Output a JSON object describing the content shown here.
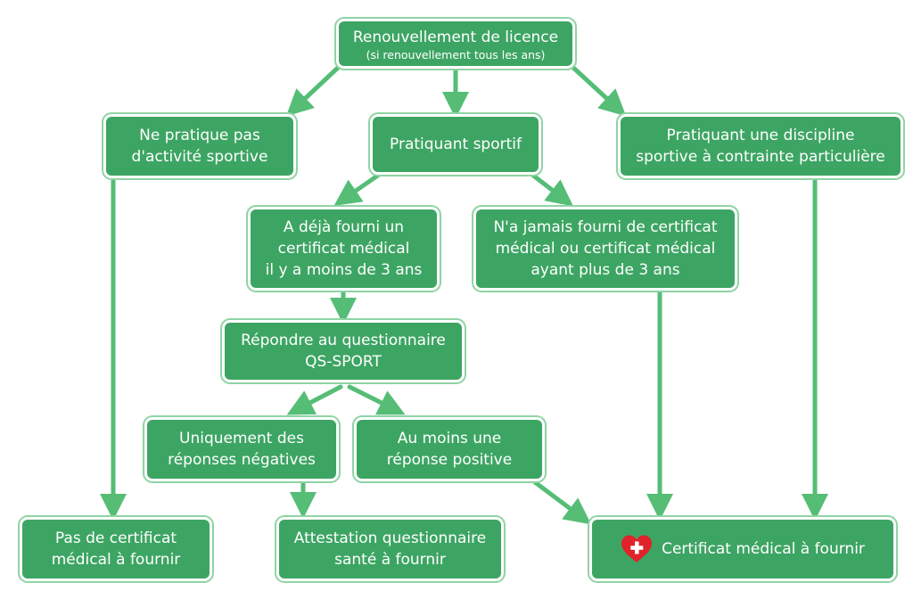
{
  "colors": {
    "node_fill": "#3da563",
    "node_border": "#8fd4a4",
    "arrow": "#55bd76",
    "text": "#ffffff",
    "heart": "#e0222a"
  },
  "nodes": {
    "renouvellement": {
      "title": "Renouvellement de licence",
      "subtitle": "(si renouvellement tous les ans)"
    },
    "ne_pratique_pas": {
      "line1": "Ne pratique pas",
      "line2": "d'activité sportive"
    },
    "pratiquant_sportif": {
      "label": "Pratiquant sportif"
    },
    "discipline_contrainte": {
      "line1": "Pratiquant une discipline",
      "line2": "sportive à contrainte particulière"
    },
    "deja_fourni": {
      "line1": "A déjà fourni un",
      "line2": "certificat médical",
      "line3": "il y a moins de 3 ans"
    },
    "jamais_fourni": {
      "line1": "N'a jamais fourni de certificat",
      "line2": "médical ou certificat médical",
      "line3": "ayant plus de 3 ans"
    },
    "questionnaire": {
      "line1": "Répondre au questionnaire",
      "line2": "QS-SPORT"
    },
    "reponses_negatives": {
      "line1": "Uniquement des",
      "line2": "réponses négatives"
    },
    "reponse_positive": {
      "line1": "Au moins une",
      "line2": "réponse positive"
    },
    "pas_de_certificat": {
      "line1": "Pas de certificat",
      "line2": "médical à fournir"
    },
    "attestation": {
      "line1": "Attestation questionnaire",
      "line2": "santé à fournir"
    },
    "certificat": {
      "label": "Certificat médical à fournir",
      "icon": "medical-heart-icon"
    }
  }
}
